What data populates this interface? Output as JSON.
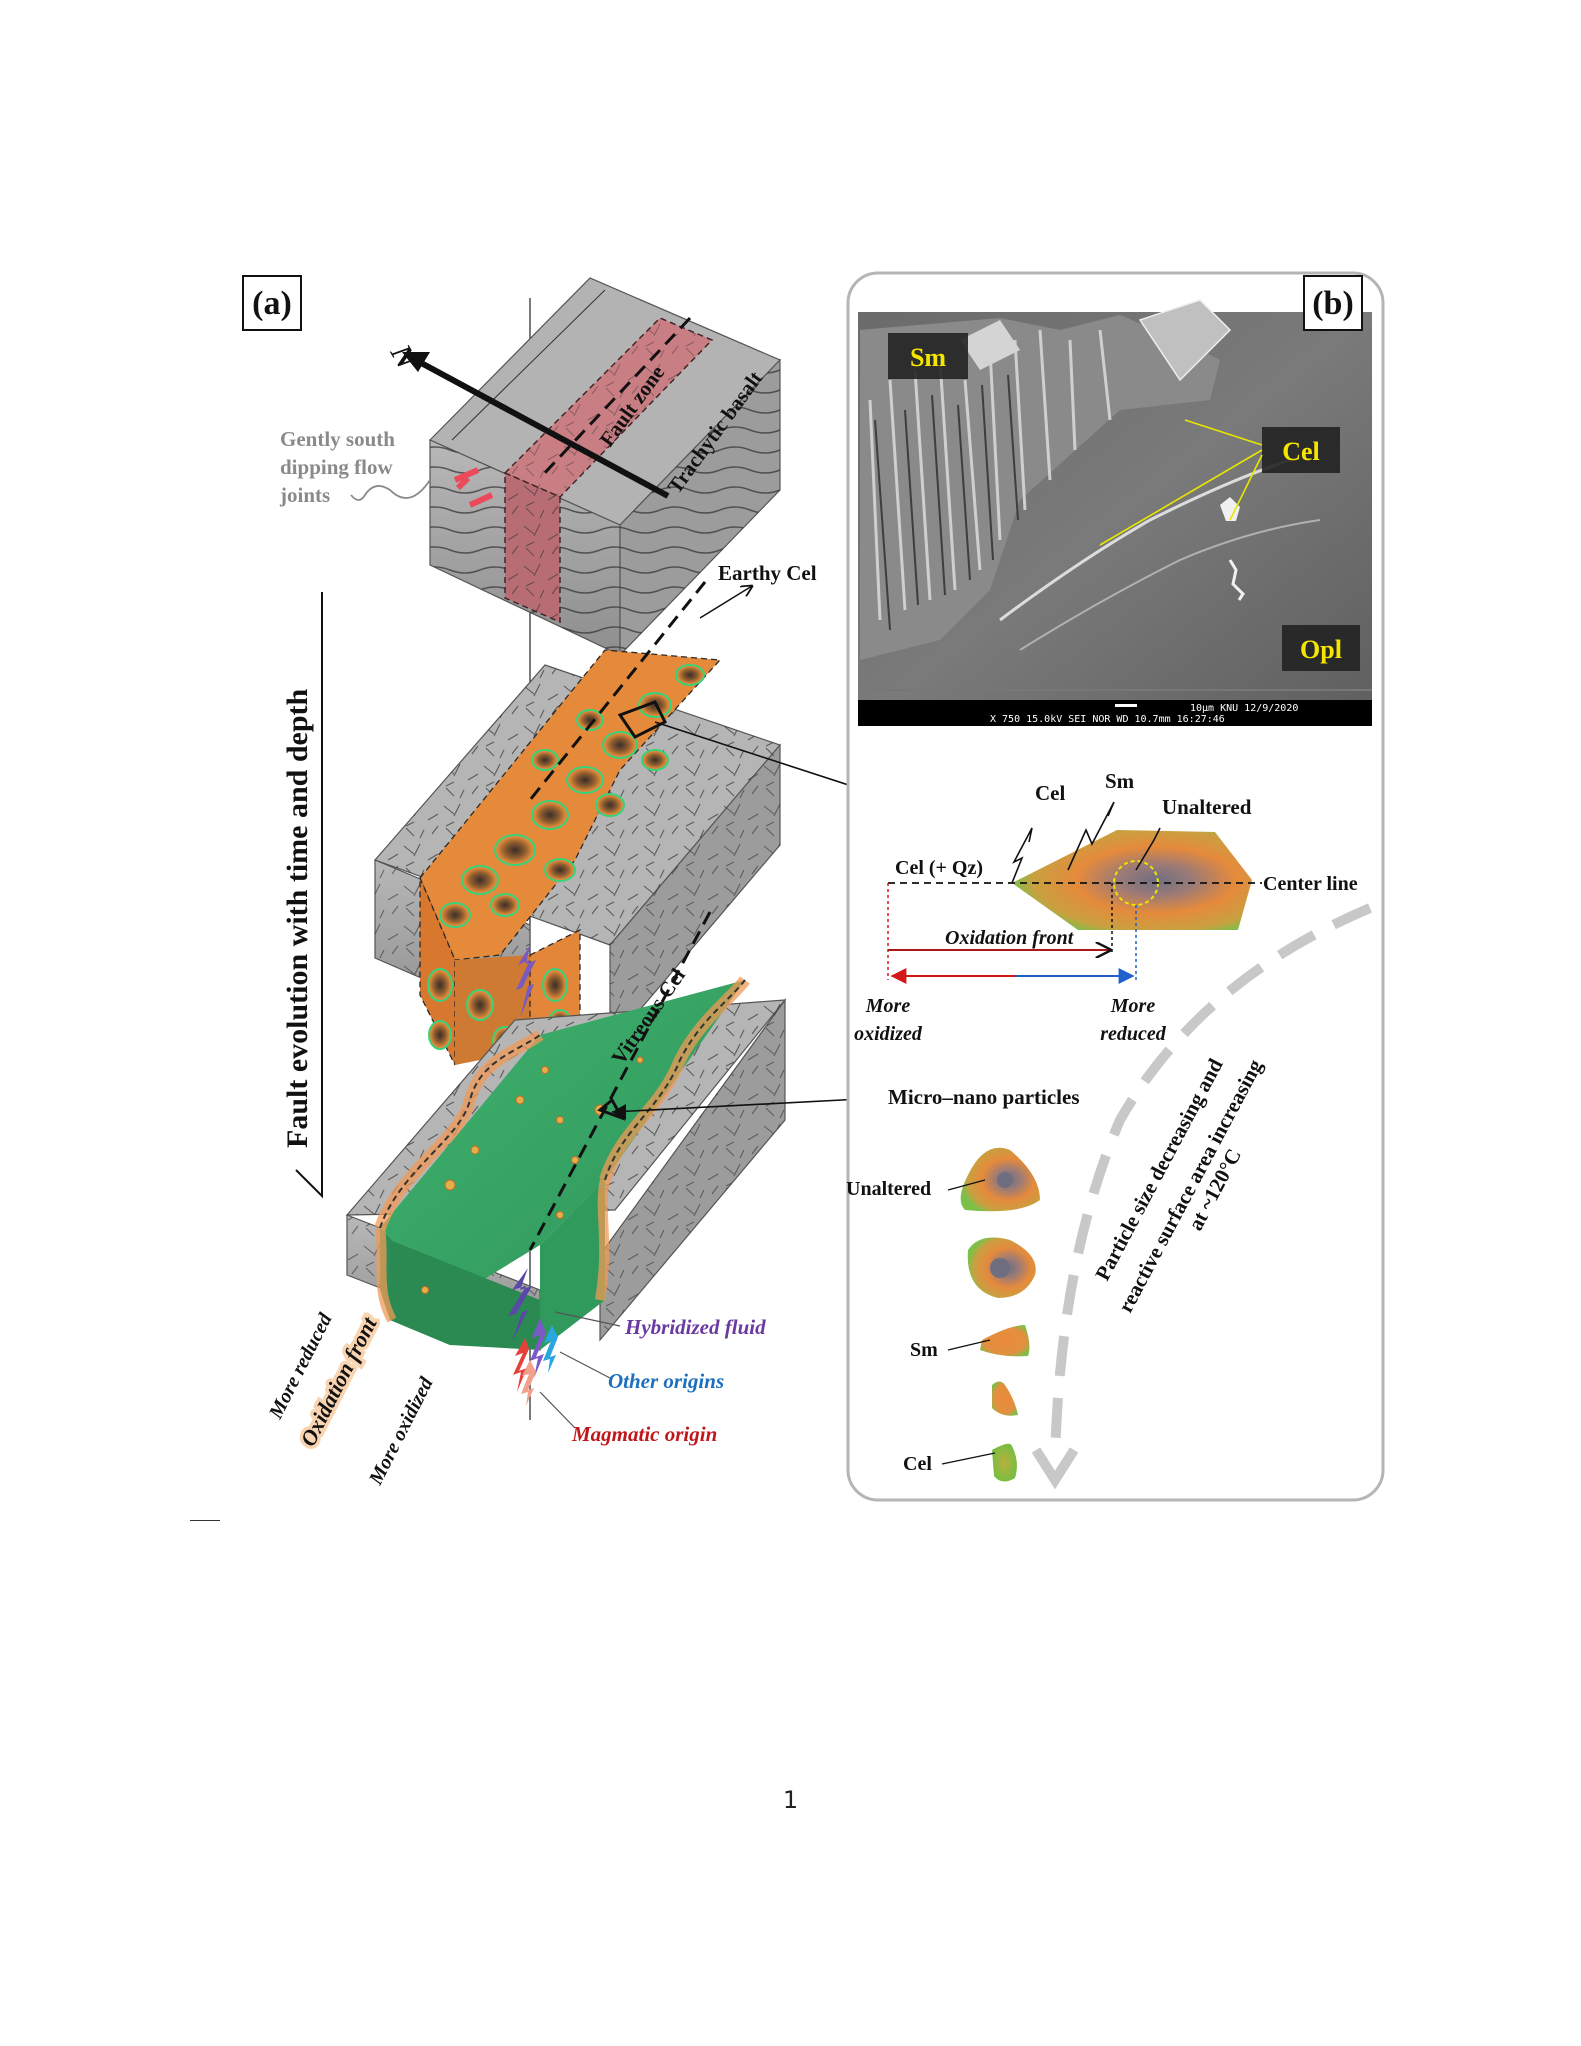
{
  "panels": {
    "a": {
      "tag": "(a)"
    },
    "b": {
      "tag": "(b)"
    }
  },
  "panel_a": {
    "north": "N",
    "fault_zone": "Fault zone",
    "trachytic_basalt": "Trachytic basalt",
    "flow_joints": [
      "Gently south",
      "dipping flow",
      "joints"
    ],
    "evolution_axis": "Fault evolution with time and depth",
    "earthy_cel": "Earthy Cel",
    "vitreous_cel": "Vitreous Cel",
    "fluids": {
      "hybridized": "Hybridized fluid",
      "other": "Other origins",
      "magmatic": "Magmatic origin"
    },
    "front_labels": {
      "more_reduced": "More reduced",
      "oxidation_front": "Oxidation front",
      "more_oxidized": "More oxidized"
    }
  },
  "panel_b": {
    "sem": {
      "sm": "Sm",
      "cel": "Cel",
      "opl": "Opl",
      "info_top": "10µm   KNU       12/9/2020",
      "info_bottom": "X 750      15.0kV SEI       NOR       WD 10.7mm 16:27:46"
    },
    "grain": {
      "cel": "Cel",
      "sm": "Sm",
      "unaltered": "Unaltered",
      "cel_qz": "Cel (+ Qz)",
      "center_line": "Center line",
      "oxidation_front": "Oxidation front",
      "more_oxidized": [
        "More",
        "oxidized"
      ],
      "more_reduced": [
        "More",
        "reduced"
      ]
    },
    "particles": {
      "title": "Micro–nano particles",
      "unaltered": "Unaltered",
      "sm": "Sm",
      "cel": "Cel"
    },
    "trend": [
      "Particle size decreasing and",
      "reactive surface area increasing",
      "at ~120°C"
    ]
  },
  "page_number": "1",
  "colors": {
    "fault_red": "#c97e84",
    "cel_green": "#3aa565",
    "rock_gray": "#a8a8a8",
    "oxid_orange": "#e7853a",
    "hybrid_purple": "#6a3aa0",
    "other_blue": "#1d6fc0",
    "magma_red": "#c0171b"
  }
}
